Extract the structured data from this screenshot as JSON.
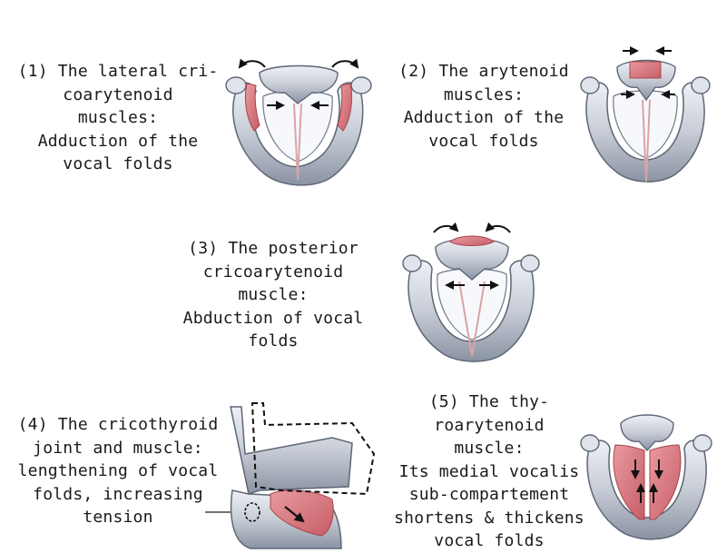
{
  "colors": {
    "cartilage": "#c9ced8",
    "cartilage_dark": "#6e7787",
    "muscle": "#d97b82",
    "muscle_dark": "#b14b55",
    "arrow": "#111111"
  },
  "panels": [
    {
      "id": 1,
      "lines": [
        "(1) The lateral cri-",
        "coarytenoid",
        "muscles:",
        "Adduction of the",
        "vocal folds"
      ]
    },
    {
      "id": 2,
      "lines": [
        "(2) The arytenoid",
        "muscles:",
        "Adduction of the",
        "vocal folds"
      ]
    },
    {
      "id": 3,
      "lines": [
        "(3) The posterior",
        "cricoarytenoid",
        "muscle:",
        "Abduction of vocal",
        "folds"
      ]
    },
    {
      "id": 4,
      "lines": [
        "(4) The cricothyroid",
        "joint and muscle:",
        "lengthening of vocal",
        "folds, increasing",
        "tension"
      ]
    },
    {
      "id": 5,
      "lines": [
        "(5) The thy-",
        "roarytenoid",
        "muscle:",
        "Its medial vocalis",
        "sub-compartement",
        "shortens & thickens",
        "vocal folds"
      ]
    }
  ]
}
